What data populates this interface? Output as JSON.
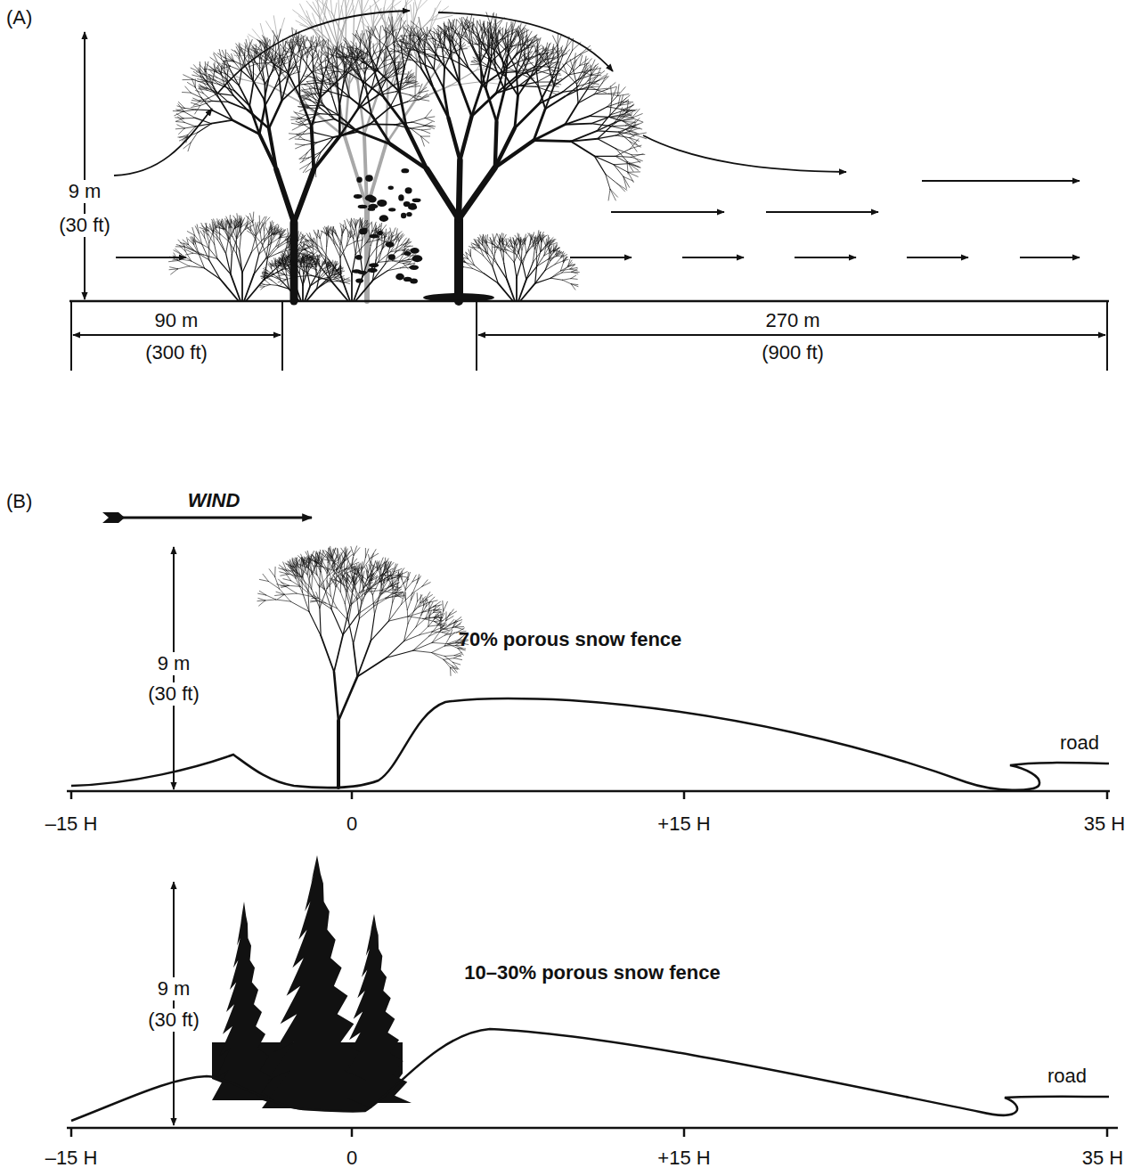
{
  "diagram": {
    "labels": [
      "(A)",
      "9 m",
      "(30 ft)",
      "90 m",
      "(300 ft)",
      "270 m",
      "(900 ft)",
      "(B)",
      "WIND",
      "9 m",
      "(30 ft)",
      "70% porous snow fence",
      "road",
      "–15 H",
      "0",
      "+15 H",
      "35 H",
      "9 m",
      "(30 ft)",
      "10–30% porous snow fence",
      "road",
      "–15 H",
      "0",
      "+15 H",
      "35 H"
    ]
  }
}
